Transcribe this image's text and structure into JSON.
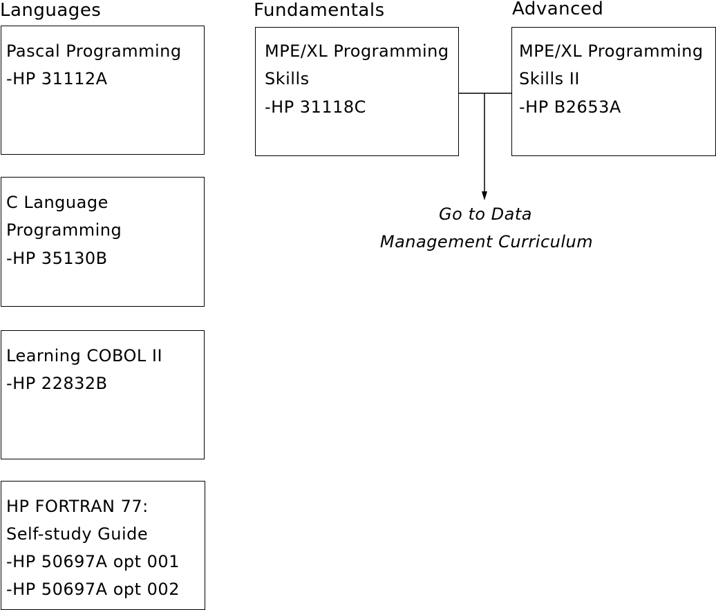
{
  "headings": {
    "languages": "Languages",
    "fundamentals": "Fundamentals",
    "advanced": "Advanced"
  },
  "languages": [
    {
      "lines": [
        "Pascal Programming",
        "-HP 31112A"
      ]
    },
    {
      "lines": [
        "C Language",
        "Programming",
        "-HP 35130B"
      ]
    },
    {
      "lines": [
        "Learning COBOL II",
        "-HP 22832B"
      ]
    },
    {
      "lines": [
        "HP FORTRAN 77:",
        "Self-study Guide",
        "-HP 50697A opt 001",
        "-HP 50697A opt 002"
      ]
    }
  ],
  "fundamentals": {
    "lines": [
      "MPE/XL Programming",
      "Skills",
      "-HP 31118C"
    ]
  },
  "advanced": {
    "lines": [
      "MPE/XL Programming",
      "Skills II",
      "-HP B2653A"
    ]
  },
  "note": {
    "lines": [
      "Go to Data",
      "Management Curriculum"
    ]
  }
}
